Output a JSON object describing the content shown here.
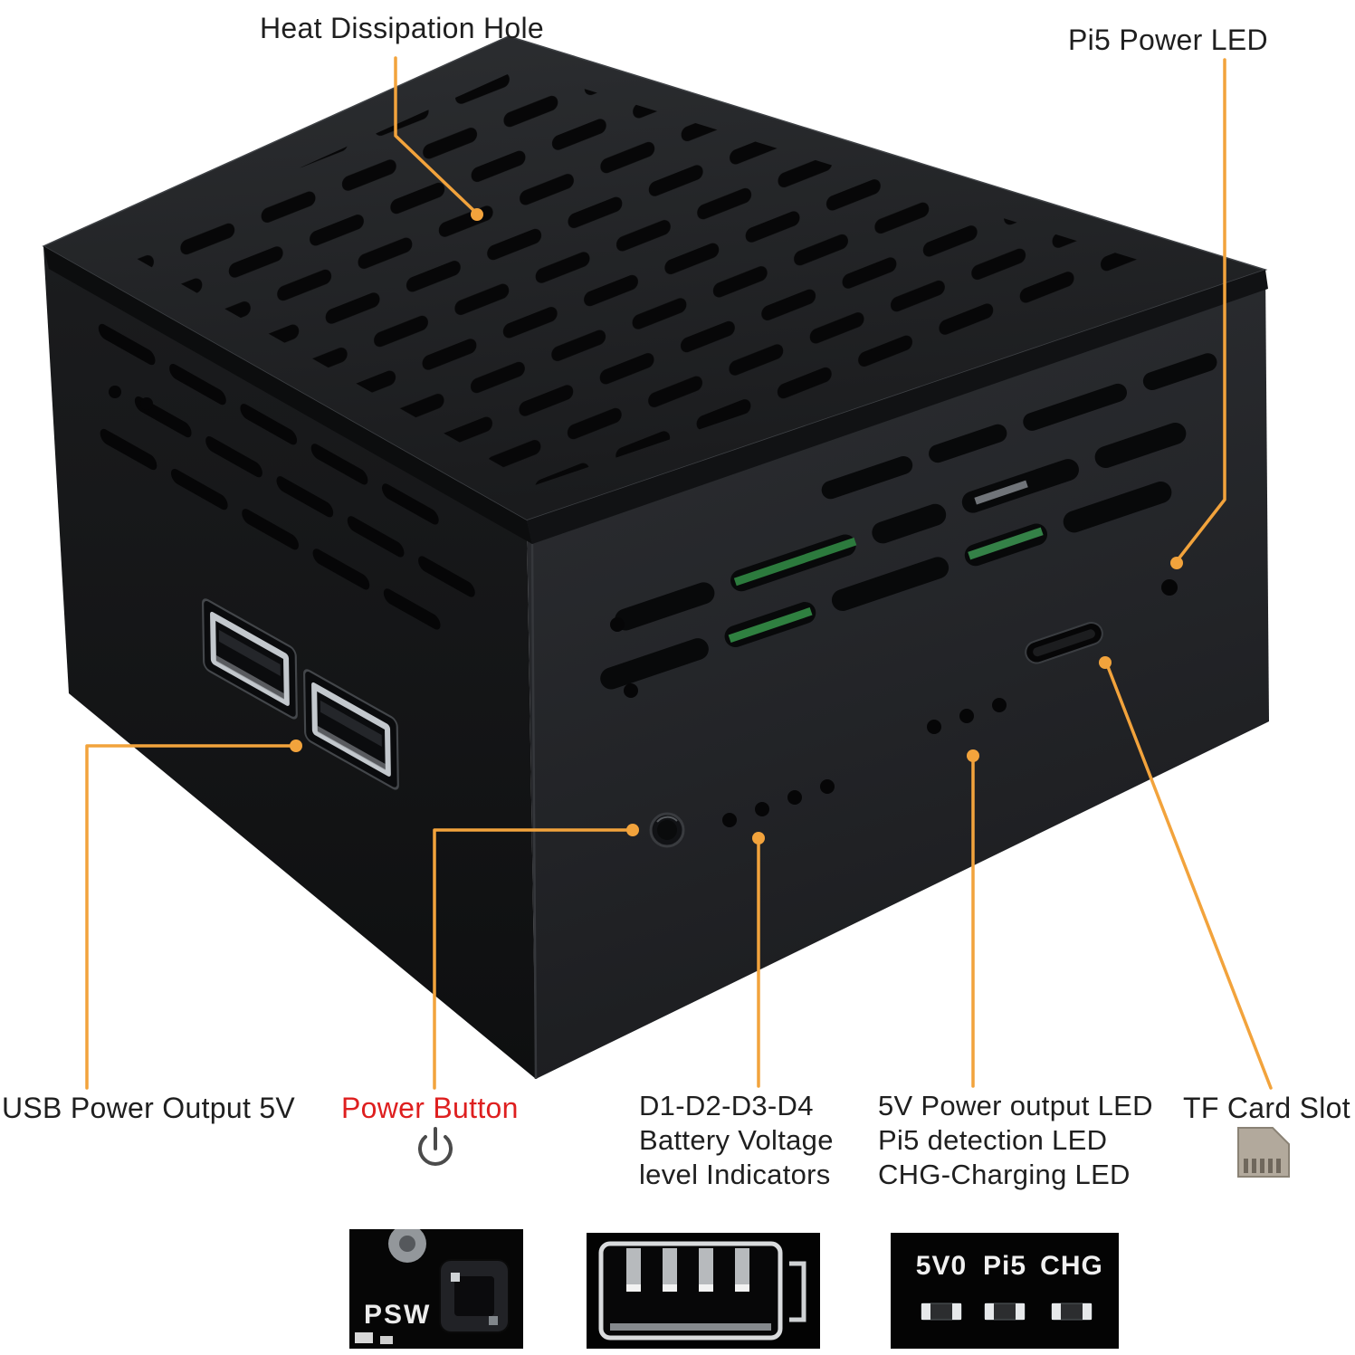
{
  "colors": {
    "accent_line": "#F2A33C",
    "label_text": "#1F1F1F",
    "power_button_label": "#DE1F1F",
    "case_color": "#141517"
  },
  "callouts": {
    "heat_dissipation_hole": "Heat Dissipation Hole",
    "pi5_power_led": "Pi5 Power LED",
    "usb_power_output": "USB Power Output 5V",
    "power_button": "Power Button",
    "battery_indicator_lines": [
      "D1-D2-D3-D4",
      "Battery Voltage",
      "level Indicators"
    ],
    "led_lines": [
      "5V Power output LED",
      "Pi5 detection LED",
      "CHG-Charging LED"
    ],
    "tf_card_slot": "TF Card Slot"
  },
  "insets": {
    "psw_marking": "PSW",
    "led_markings": [
      "5V0",
      "Pi5",
      "CHG"
    ]
  }
}
